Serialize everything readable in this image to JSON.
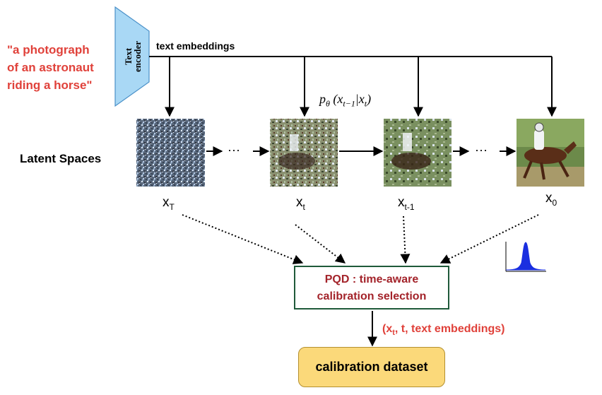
{
  "prompt": {
    "line1": "\"a photograph",
    "line2": "of an astronaut",
    "line3": "riding a horse\""
  },
  "encoder": {
    "line1": "Text",
    "line2": "encoder"
  },
  "embeddings_label": "text embeddings",
  "latent_label": "Latent Spaces",
  "formula": {
    "p": "p",
    "theta": "θ",
    "arg": "x",
    "sub1": "t−1",
    "bar": "|x",
    "sub2": "t"
  },
  "ellipsis": "···",
  "latents": [
    {
      "base": "x",
      "sub": "T"
    },
    {
      "base": "x",
      "sub": "t"
    },
    {
      "base": "x",
      "sub": "t-1"
    },
    {
      "base": "x",
      "sub": "0"
    }
  ],
  "pqd": {
    "line1": "PQD : time-aware",
    "line2": "calibration selection"
  },
  "tuple": {
    "open": "(x",
    "sub": "t",
    "rest": ", t, text embeddings)"
  },
  "dataset_label": "calibration dataset",
  "colors": {
    "prompt": "#e0413a",
    "encoder_fill": "#a9d8f5",
    "pqd_border": "#1f5a3a",
    "pqd_text": "#a3232a",
    "dataset_fill": "#fbd97a",
    "distribution": "#1a2fe0"
  }
}
